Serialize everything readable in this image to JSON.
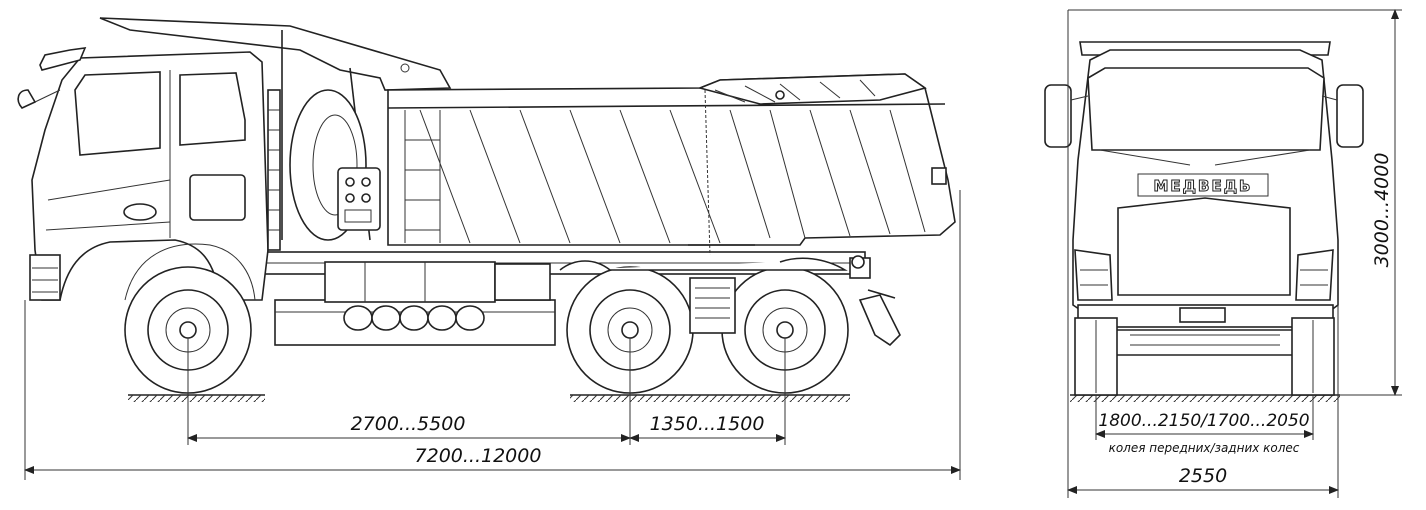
{
  "brand_label": "МЕДВЕДЬ",
  "dimensions": {
    "wheelbase": "2700...5500",
    "rear_axle_spacing": "1350...1500",
    "overall_length": "7200...12000",
    "track_width": "1800...2150/1700...2050",
    "track_note": "колея передних/задних колес",
    "overall_width": "2550",
    "overall_height": "3000...4000"
  }
}
